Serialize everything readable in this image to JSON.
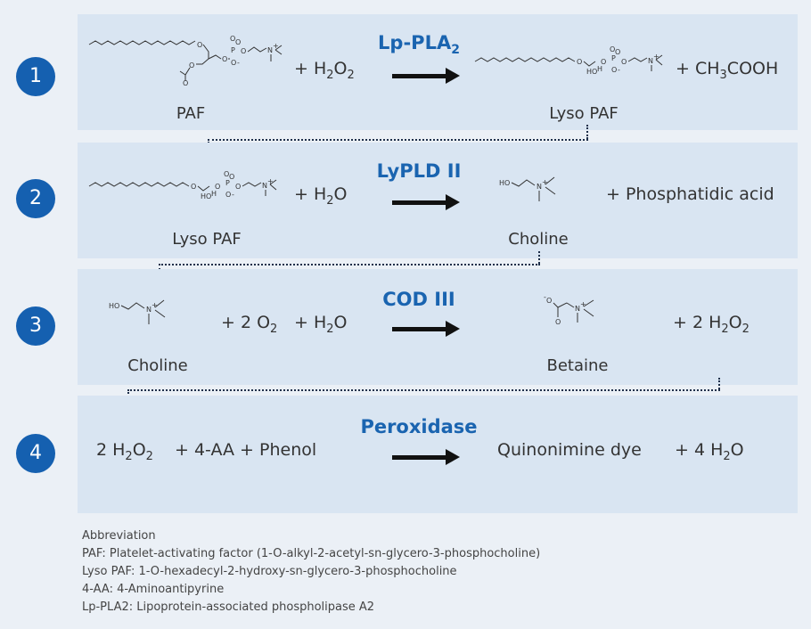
{
  "steps": [
    {
      "number": "1",
      "enzyme": "Lp-PLA",
      "enzyme_sub": "2",
      "reactant_label": "PAF",
      "product_label": "Lyso PAF",
      "reagent_plus": "+ H",
      "reagent_sub": "2",
      "reagent_mid": "O",
      "reagent_sub2": "2",
      "byproduct_a": "+ CH",
      "byproduct_sub": "3",
      "byproduct_b": "COOH"
    },
    {
      "number": "2",
      "enzyme": "LyPLD II",
      "reactant_label": "Lyso PAF",
      "product_label": "Choline",
      "reagent_plus": "+ H",
      "reagent_sub": "2",
      "reagent_mid": "O",
      "byproduct": "+  Phosphatidic acid"
    },
    {
      "number": "3",
      "enzyme": "COD III",
      "reactant_label": "Choline",
      "product_label": "Betaine",
      "reagent_a": "+ 2 O",
      "reagent_a_sub": "2",
      "reagent_b": "+ H",
      "reagent_b_sub": "2",
      "reagent_b_tail": "O",
      "byproduct_a": "+ 2 H",
      "byproduct_sub": "2",
      "byproduct_mid": "O",
      "byproduct_sub2": "2"
    },
    {
      "number": "4",
      "enzyme": "Peroxidase",
      "reactant_a": "2 H",
      "reactant_a_sub": "2",
      "reactant_a_mid": "O",
      "reactant_a_sub2": "2",
      "reactant_b": "+  4-AA  +  Phenol",
      "product": "Quinonimine dye",
      "byproduct_a": "+ 4 H",
      "byproduct_sub": "2",
      "byproduct_tail": "O"
    }
  ],
  "abbreviations": {
    "heading": "Abbreviation",
    "lines": [
      "PAF: Platelet-activating factor (1-O-alkyl-2-acetyl-sn-glycero-3-phosphocholine)",
      "Lyso PAF: 1-O-hexadecyl-2-hydroxy-sn-glycero-3-phosphocholine",
      "4-AA: 4-Aminoantipyrine",
      "Lp-PLA2: Lipoprotein-associated phospholipase A2"
    ]
  },
  "colors": {
    "background": "#ebf0f6",
    "panel": "#d9e5f2",
    "accent": "#1560b0",
    "enzyme_text": "#1a64b0"
  }
}
